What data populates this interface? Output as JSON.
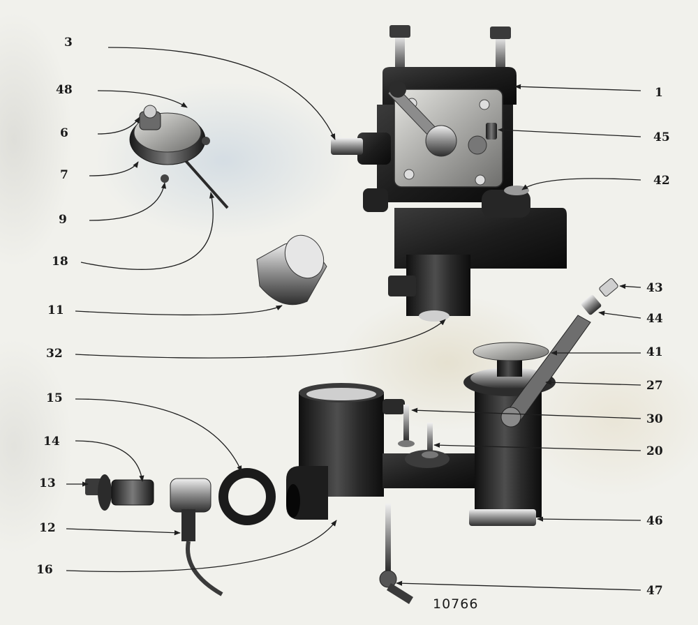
{
  "figure": {
    "plate_number": "10766",
    "callouts": [
      {
        "id": "c3",
        "label": "3"
      },
      {
        "id": "c48",
        "label": "48"
      },
      {
        "id": "c6",
        "label": "6"
      },
      {
        "id": "c7",
        "label": "7"
      },
      {
        "id": "c9",
        "label": "9"
      },
      {
        "id": "c18",
        "label": "18"
      },
      {
        "id": "c11",
        "label": "11"
      },
      {
        "id": "c32",
        "label": "32"
      },
      {
        "id": "c15",
        "label": "15"
      },
      {
        "id": "c14",
        "label": "14"
      },
      {
        "id": "c13",
        "label": "13"
      },
      {
        "id": "c12",
        "label": "12"
      },
      {
        "id": "c16",
        "label": "16"
      },
      {
        "id": "c1",
        "label": "1"
      },
      {
        "id": "c45",
        "label": "45"
      },
      {
        "id": "c42",
        "label": "42"
      },
      {
        "id": "c43",
        "label": "43"
      },
      {
        "id": "c44",
        "label": "44"
      },
      {
        "id": "c41",
        "label": "41"
      },
      {
        "id": "c27",
        "label": "27"
      },
      {
        "id": "c30",
        "label": "30"
      },
      {
        "id": "c20",
        "label": "20"
      },
      {
        "id": "c46",
        "label": "46"
      },
      {
        "id": "c47",
        "label": "47"
      }
    ]
  },
  "colors": {
    "ink": "#1a1a1a",
    "metal_dark": "#1c1c1c",
    "metal_mid": "#4a4a4a",
    "metal_light": "#b9b9b9",
    "paper": "#f1f1ec"
  }
}
